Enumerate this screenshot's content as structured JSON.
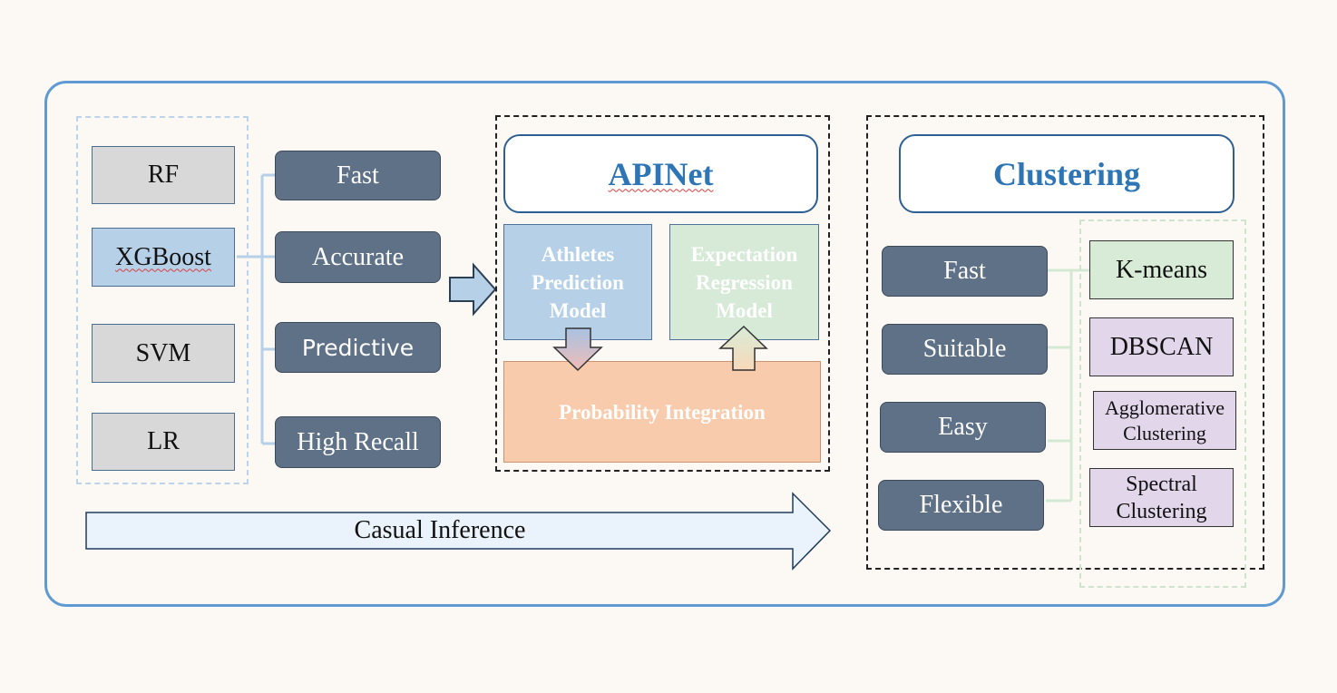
{
  "models": [
    {
      "label": "RF"
    },
    {
      "label": "XGBoost"
    },
    {
      "label": "SVM"
    },
    {
      "label": "LR"
    }
  ],
  "model_properties": [
    {
      "label": "Fast"
    },
    {
      "label": "Accurate"
    },
    {
      "label": "Predictive"
    },
    {
      "label": "High Recall"
    }
  ],
  "apinet": {
    "title": "APINet",
    "athletes_model": "Athletes Prediction Model",
    "expectation_model": "Expectation Regression Model",
    "integration": "Probability Integration"
  },
  "clustering": {
    "title": "Clustering",
    "properties": [
      {
        "label": "Fast"
      },
      {
        "label": "Suitable"
      },
      {
        "label": "Easy"
      },
      {
        "label": "Flexible"
      }
    ],
    "algorithms": [
      {
        "label": "K-means"
      },
      {
        "label": "DBSCAN"
      },
      {
        "label": "Agglomerative Clustering"
      },
      {
        "label": "Spectral Clustering"
      }
    ]
  },
  "causal_arrow": {
    "label": "Casual Inference"
  },
  "colors": {
    "frame": "#5f9bd2",
    "pill": "#5f7186",
    "title_text": "#2e75b6",
    "athletes_box": "#b6d0e8",
    "expectation_box": "#d6ead7",
    "integration_box": "#f7cbab",
    "kmeans_box": "#d8ebd6",
    "other_algo_box": "#e2d6ea",
    "causal_arrow_fill": "#eaf3fb"
  }
}
